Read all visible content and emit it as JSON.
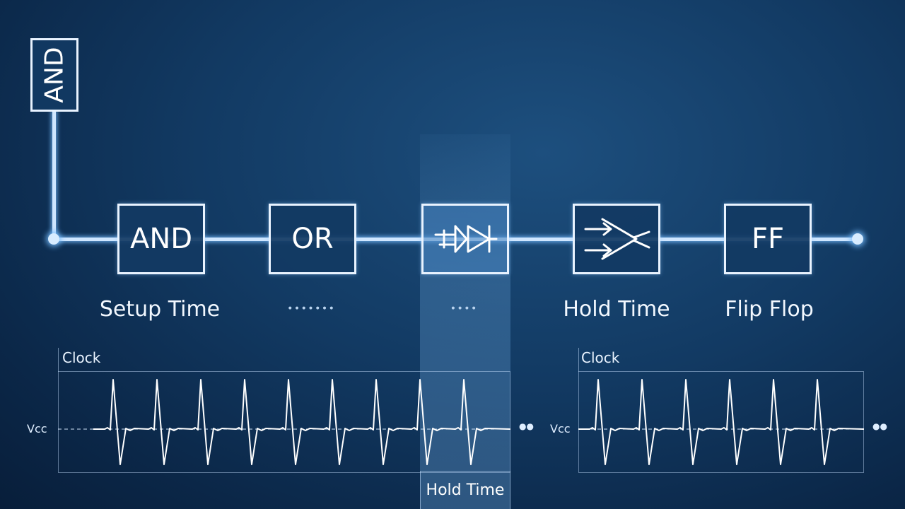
{
  "colors": {
    "background": "#123a63",
    "wire": "#cfe6ff",
    "glow": "#78beff",
    "box_stroke": "#e9f3ff"
  },
  "top_gate": {
    "label": "AND"
  },
  "chain": [
    {
      "id": "and",
      "label": "AND",
      "icon": ""
    },
    {
      "id": "or",
      "label": "OR",
      "icon": ""
    },
    {
      "id": "buffer",
      "label": "",
      "icon": "buffer-gate-icon"
    },
    {
      "id": "mux",
      "label": "",
      "icon": "mux-arrow-icon"
    },
    {
      "id": "ff",
      "label": "FF",
      "icon": ""
    }
  ],
  "captions": {
    "setup": "Setup Time",
    "dots_1": "∙∙∙∙∙∙∙",
    "dots_2": "∙∙∙∙",
    "hold": "Hold Time",
    "flipflop": "Flip Flop"
  },
  "panels": [
    {
      "title": "Clock",
      "axis_label": "Vcc",
      "end_marker": "●●"
    },
    {
      "title": "Clock",
      "axis_label": "Vcc",
      "end_marker": "●●"
    }
  ],
  "highlight_label": "Hold Time"
}
